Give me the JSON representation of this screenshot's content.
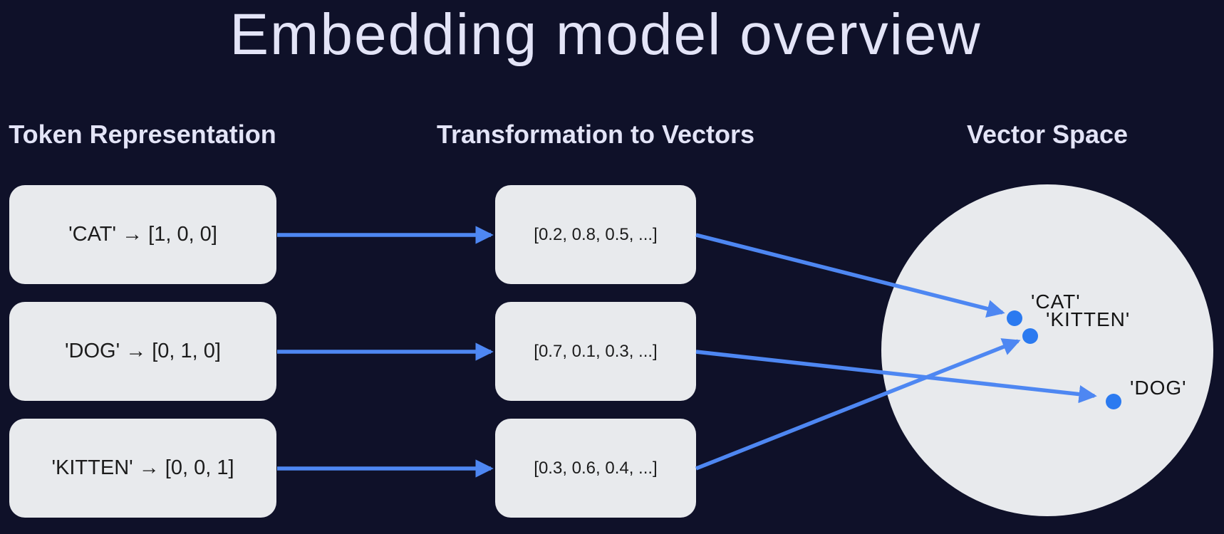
{
  "title": "Embedding model overview",
  "colors": {
    "background": "#0f1129",
    "heading_text": "#e3e4f7",
    "box_fill": "#e8eaed",
    "box_text": "#1c1c1c",
    "arrow_blue": "#4e87f2",
    "point_blue": "#2b7af0",
    "label_text": "#141414"
  },
  "token_column": {
    "header": "Token Representation",
    "boxes": [
      "'CAT' → [1, 0, 0]",
      "'DOG' → [0, 1, 0]",
      "'KITTEN' → [0, 0, 1]"
    ]
  },
  "transform_column": {
    "header": "Transformation to Vectors",
    "boxes": [
      "[0.2, 0.8, 0.5, ...]",
      "[0.7, 0.1, 0.3, ...]",
      "[0.3, 0.6, 0.4, ...]"
    ]
  },
  "vector_space": {
    "header": "Vector Space",
    "points": [
      {
        "label": "'CAT'"
      },
      {
        "label": "'KITTEN'"
      },
      {
        "label": "'DOG'"
      }
    ]
  }
}
